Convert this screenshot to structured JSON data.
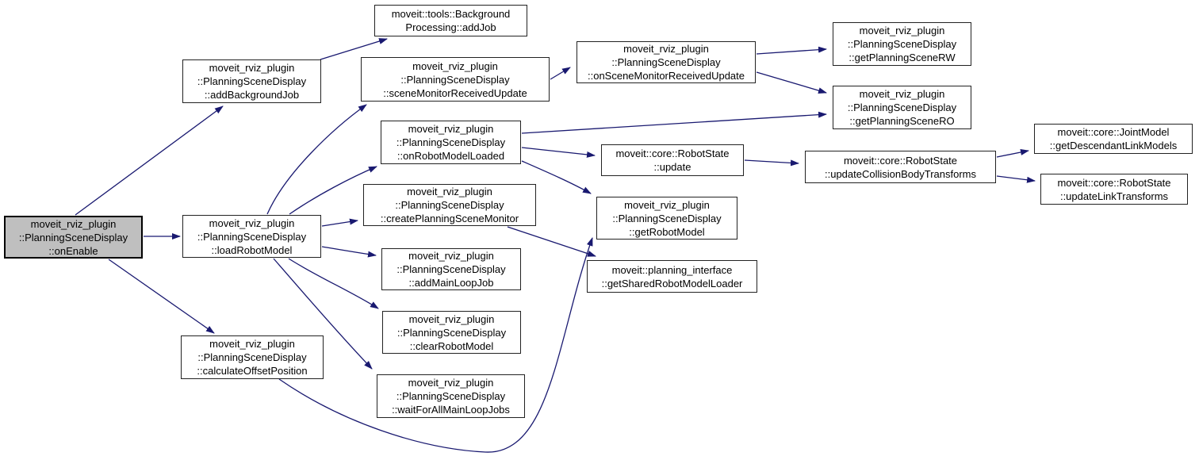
{
  "diagram": {
    "type": "call-graph",
    "background_color": "#ffffff",
    "edge_color": "#191970",
    "node_fill": "#ffffff",
    "node_border_color": "#222222",
    "highlight_fill": "#bfbfbf",
    "nodes": [
      {
        "id": "on-enable",
        "highlighted": true,
        "lines": [
          "moveit_rviz_plugin",
          "::PlanningSceneDisplay",
          "::onEnable"
        ]
      },
      {
        "id": "add-background-job",
        "highlighted": false,
        "lines": [
          "moveit_rviz_plugin",
          "::PlanningSceneDisplay",
          "::addBackgroundJob"
        ]
      },
      {
        "id": "background-processing-add-job",
        "highlighted": false,
        "lines": [
          "moveit::tools::Background",
          "Processing::addJob"
        ]
      },
      {
        "id": "scene-monitor-received-update",
        "highlighted": false,
        "lines": [
          "moveit_rviz_plugin",
          "::PlanningSceneDisplay",
          "::sceneMonitorReceivedUpdate"
        ]
      },
      {
        "id": "on-scene-monitor-received-update",
        "highlighted": false,
        "lines": [
          "moveit_rviz_plugin",
          "::PlanningSceneDisplay",
          "::onSceneMonitorReceivedUpdate"
        ]
      },
      {
        "id": "get-planning-scene-rw",
        "highlighted": false,
        "lines": [
          "moveit_rviz_plugin",
          "::PlanningSceneDisplay",
          "::getPlanningSceneRW"
        ]
      },
      {
        "id": "get-planning-scene-ro",
        "highlighted": false,
        "lines": [
          "moveit_rviz_plugin",
          "::PlanningSceneDisplay",
          "::getPlanningSceneRO"
        ]
      },
      {
        "id": "on-robot-model-loaded",
        "highlighted": false,
        "lines": [
          "moveit_rviz_plugin",
          "::PlanningSceneDisplay",
          "::onRobotModelLoaded"
        ]
      },
      {
        "id": "robot-state-update",
        "highlighted": false,
        "lines": [
          "moveit::core::RobotState",
          "::update"
        ]
      },
      {
        "id": "update-collision-body-transforms",
        "highlighted": false,
        "lines": [
          "moveit::core::RobotState",
          "::updateCollisionBodyTransforms"
        ]
      },
      {
        "id": "get-descendant-link-models",
        "highlighted": false,
        "lines": [
          "moveit::core::JointModel",
          "::getDescendantLinkModels"
        ]
      },
      {
        "id": "update-link-transforms",
        "highlighted": false,
        "lines": [
          "moveit::core::RobotState",
          "::updateLinkTransforms"
        ]
      },
      {
        "id": "load-robot-model",
        "highlighted": false,
        "lines": [
          "moveit_rviz_plugin",
          "::PlanningSceneDisplay",
          "::loadRobotModel"
        ]
      },
      {
        "id": "create-planning-scene-monitor",
        "highlighted": false,
        "lines": [
          "moveit_rviz_plugin",
          "::PlanningSceneDisplay",
          "::createPlanningSceneMonitor"
        ]
      },
      {
        "id": "get-robot-model",
        "highlighted": false,
        "lines": [
          "moveit_rviz_plugin",
          "::PlanningSceneDisplay",
          "::getRobotModel"
        ]
      },
      {
        "id": "get-shared-robot-model-loader",
        "highlighted": false,
        "lines": [
          "moveit::planning_interface",
          "::getSharedRobotModelLoader"
        ]
      },
      {
        "id": "add-main-loop-job",
        "highlighted": false,
        "lines": [
          "moveit_rviz_plugin",
          "::PlanningSceneDisplay",
          "::addMainLoopJob"
        ]
      },
      {
        "id": "clear-robot-model",
        "highlighted": false,
        "lines": [
          "moveit_rviz_plugin",
          "::PlanningSceneDisplay",
          "::clearRobotModel"
        ]
      },
      {
        "id": "calculate-offset-position",
        "highlighted": false,
        "lines": [
          "moveit_rviz_plugin",
          "::PlanningSceneDisplay",
          "::calculateOffsetPosition"
        ]
      },
      {
        "id": "wait-for-all-main-loop-jobs",
        "highlighted": false,
        "lines": [
          "moveit_rviz_plugin",
          "::PlanningSceneDisplay",
          "::waitForAllMainLoopJobs"
        ]
      }
    ],
    "edges": [
      {
        "from": "on-enable",
        "to": "add-background-job"
      },
      {
        "from": "on-enable",
        "to": "load-robot-model"
      },
      {
        "from": "on-enable",
        "to": "calculate-offset-position"
      },
      {
        "from": "add-background-job",
        "to": "background-processing-add-job"
      },
      {
        "from": "load-robot-model",
        "to": "scene-monitor-received-update"
      },
      {
        "from": "load-robot-model",
        "to": "on-robot-model-loaded"
      },
      {
        "from": "load-robot-model",
        "to": "create-planning-scene-monitor"
      },
      {
        "from": "load-robot-model",
        "to": "add-main-loop-job"
      },
      {
        "from": "load-robot-model",
        "to": "clear-robot-model"
      },
      {
        "from": "load-robot-model",
        "to": "wait-for-all-main-loop-jobs"
      },
      {
        "from": "scene-monitor-received-update",
        "to": "on-scene-monitor-received-update"
      },
      {
        "from": "on-scene-monitor-received-update",
        "to": "get-planning-scene-rw"
      },
      {
        "from": "on-scene-monitor-received-update",
        "to": "get-planning-scene-ro"
      },
      {
        "from": "on-robot-model-loaded",
        "to": "get-planning-scene-ro"
      },
      {
        "from": "on-robot-model-loaded",
        "to": "robot-state-update"
      },
      {
        "from": "on-robot-model-loaded",
        "to": "get-robot-model"
      },
      {
        "from": "robot-state-update",
        "to": "update-collision-body-transforms"
      },
      {
        "from": "update-collision-body-transforms",
        "to": "get-descendant-link-models"
      },
      {
        "from": "update-collision-body-transforms",
        "to": "update-link-transforms"
      },
      {
        "from": "create-planning-scene-monitor",
        "to": "get-shared-robot-model-loader"
      },
      {
        "from": "calculate-offset-position",
        "to": "get-robot-model"
      }
    ]
  }
}
